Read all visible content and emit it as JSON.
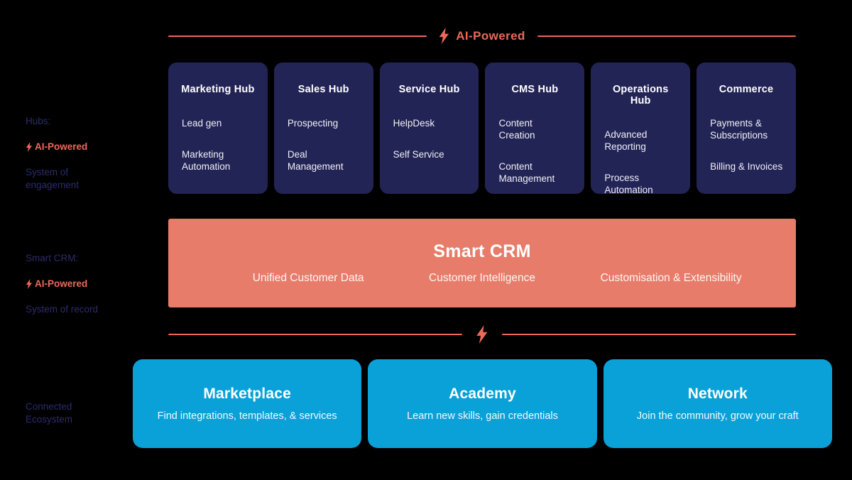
{
  "colors": {
    "coral": "#EC6A59",
    "coral_bar": "#E87C6A",
    "navy": "#232456",
    "blue": "#0AA1D8",
    "label_navy": "#2B2C6B"
  },
  "top_divider": {
    "label": "AI-Powered",
    "icon": "lightning-bolt-icon"
  },
  "left_labels": {
    "hubs": {
      "line1": "Hubs:",
      "ai": "AI-Powered",
      "line3": "System of\nengagement"
    },
    "crm": {
      "line1": "Smart CRM:",
      "ai": "AI-Powered",
      "line3": "System of record"
    },
    "ecosystem": {
      "text": "Connected\nEcosystem"
    }
  },
  "hubs": [
    {
      "title": "Marketing Hub",
      "items": [
        "Lead gen",
        "Marketing\nAutomation"
      ]
    },
    {
      "title": "Sales Hub",
      "items": [
        "Prospecting",
        "Deal\nManagement"
      ]
    },
    {
      "title": "Service Hub",
      "items": [
        "HelpDesk",
        "Self Service"
      ]
    },
    {
      "title": "CMS Hub",
      "items": [
        "Content\nCreation",
        "Content\nManagement"
      ]
    },
    {
      "title": "Operations Hub",
      "items": [
        "Advanced\nReporting",
        "Process\nAutomation"
      ]
    },
    {
      "title": "Commerce",
      "items": [
        "Payments &\nSubscriptions",
        "Billing & Invoices"
      ]
    }
  ],
  "smart_crm": {
    "title": "Smart CRM",
    "items": [
      "Unified Customer Data",
      "Customer Intelligence",
      "Customisation & Extensibility"
    ]
  },
  "ecosystem": [
    {
      "title": "Marketplace",
      "subtitle": "Find integrations, templates, & services"
    },
    {
      "title": "Academy",
      "subtitle": "Learn new skills, gain credentials"
    },
    {
      "title": "Network",
      "subtitle": "Join the community, grow your craft"
    }
  ]
}
